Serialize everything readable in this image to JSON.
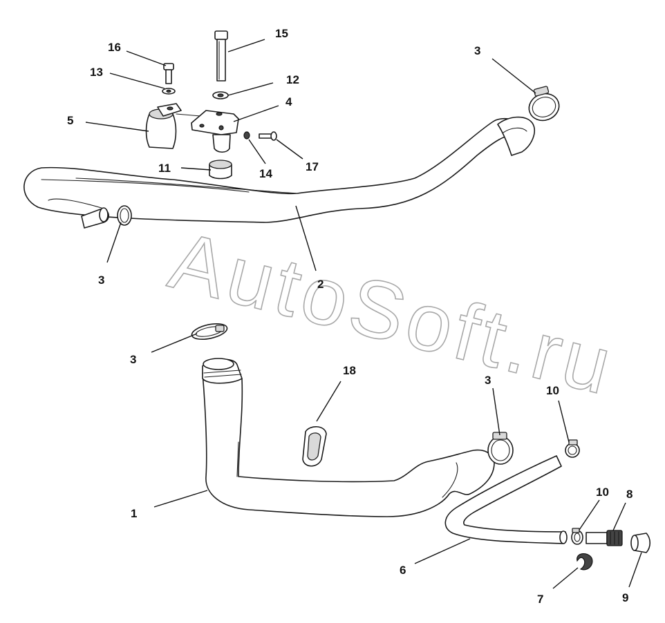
{
  "watermark": "AutoSoft.ru",
  "callouts": {
    "c16": "16",
    "c15": "15",
    "c13": "13",
    "c12": "12",
    "c4": "4",
    "c5": "5",
    "c3_top": "3",
    "c14": "14",
    "c17": "17",
    "c11": "11",
    "c3_left": "3",
    "c2": "2",
    "c3_mid": "3",
    "c18": "18",
    "c3_right": "3",
    "c10_top": "10",
    "c10_bottom": "10",
    "c8": "8",
    "c1": "1",
    "c6": "6",
    "c7": "7",
    "c9": "9"
  }
}
